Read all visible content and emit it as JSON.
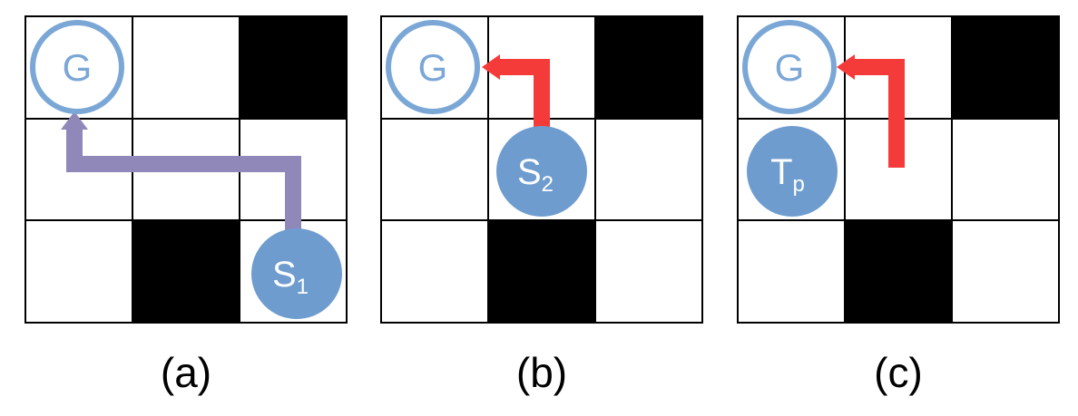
{
  "colors": {
    "goal": "#7ba7d6",
    "agent": "#6f9ccf",
    "path_a": "#9088b8",
    "path_bc": "#f53a3a",
    "wall": "#000000",
    "cell": "#ffffff"
  },
  "panels": [
    {
      "caption": "(a)",
      "walls": [
        [
          0,
          2
        ],
        [
          2,
          1
        ]
      ],
      "goal": {
        "label": "G",
        "row": 0,
        "col": 0
      },
      "agent": {
        "main": "S",
        "sub": "1",
        "row": 2,
        "col": 2
      },
      "path_color": "path_a"
    },
    {
      "caption": "(b)",
      "walls": [
        [
          0,
          2
        ],
        [
          2,
          1
        ]
      ],
      "goal": {
        "label": "G",
        "row": 0,
        "col": 0
      },
      "agent": {
        "main": "S",
        "sub": "2",
        "row": 1,
        "col": 1
      },
      "path_color": "path_bc"
    },
    {
      "caption": "(c)",
      "walls": [
        [
          0,
          2
        ],
        [
          2,
          1
        ]
      ],
      "goal": {
        "label": "G",
        "row": 0,
        "col": 0
      },
      "agent": {
        "main": "T",
        "sub": "p",
        "row": 1,
        "col": 0
      },
      "path_color": "path_bc"
    }
  ]
}
